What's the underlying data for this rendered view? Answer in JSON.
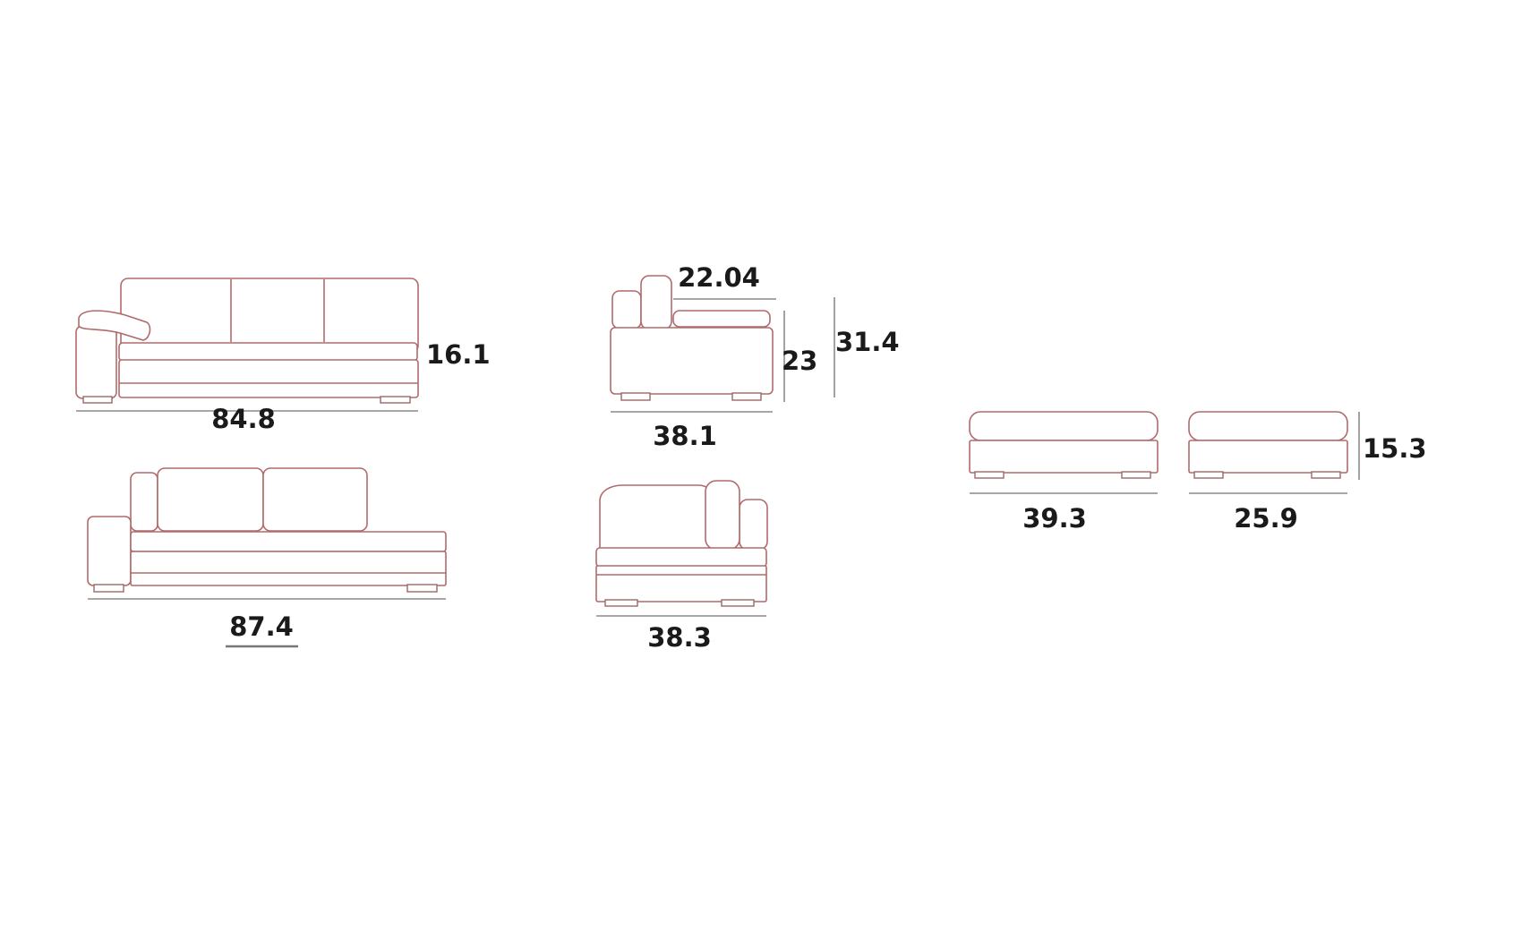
{
  "dimensions": {
    "sofa_arm_width": "84.8",
    "sofa_arm_seat_height": "16.1",
    "chaise_width": "87.4",
    "side_depth_top": "22.04",
    "side_arm_height": "23",
    "side_total_height": "31.4",
    "side_depth": "38.1",
    "corner_width": "38.3",
    "ottoman_large_width": "39.3",
    "ottoman_small_width": "25.9",
    "ottoman_height": "15.3"
  },
  "colors": {
    "outline": "#b06a6a",
    "dimension_line": "#8a8a8a",
    "label_text": "#1a1a1a",
    "background": "#ffffff"
  }
}
